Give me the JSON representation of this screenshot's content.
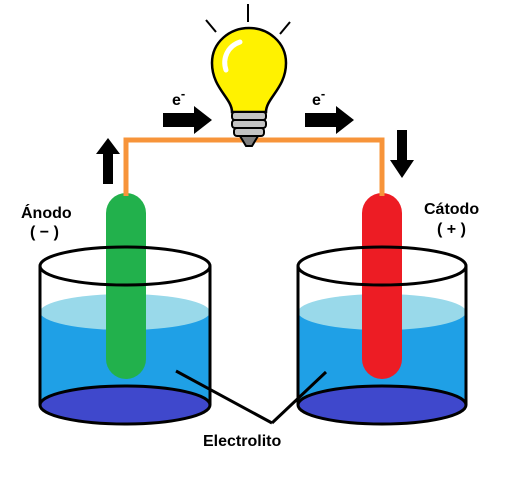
{
  "labels": {
    "electron_left": "e",
    "electron_left_sup": "-",
    "electron_right": "e",
    "electron_right_sup": "-",
    "anode": "Ánodo",
    "anode_sign": "( − )",
    "cathode": "Cátodo",
    "cathode_sign": "( + )",
    "electrolyte": "Electrolito"
  },
  "colors": {
    "wire": "#f7943a",
    "anode": "#22b14c",
    "cathode": "#ed1c24",
    "electrolyte": "#1fa0e6",
    "electrolyte_surface": "#99d9ea",
    "beaker_bottom": "#3f48cc",
    "bulb": "#fff200"
  }
}
